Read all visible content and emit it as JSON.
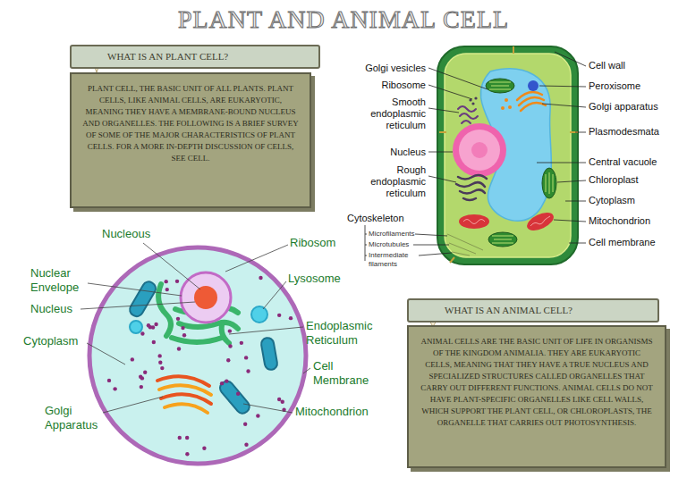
{
  "diagram": {
    "title": "PLANT AND ANIMAL CELL",
    "nodes": [
      {
        "text": [
          "WHAT IS AN PLANT CELL?",
          "PLANT CELL, THE BASIC UNIT OF ALL PLANTS. PLANT CELLS, LIKE ANIMAL CELLS, ARE EUKARYOTIC, MEANING THEY HAVE A MEMBRANE-BOUND NUCLEUS AND ORGANELLES. THE FOLLOWING IS A BRIEF SURVEY OF SOME OF THE MAJOR CHARACTERISTICS OF PLANT CELLS. FOR A MORE IN-DEPTH DISCUSSION OF CELLS, SEE CELL."
        ]
      },
      {
        "text": [
          "WHAT IS AN ANIMAL CELL?",
          "ANIMAL CELLS ARE THE BASIC UNIT OF LIFE IN ORGANISMS OF THE KINGDOM ANIMALIA. THEY ARE EUKARYOTIC CELLS, MEANING THAT THEY HAVE A TRUE NUCLEUS AND SPECIALIZED STRUCTURES CALLED ORGANELLES THAT CARRY OUT DIFFERENT FUNCTIONS. ANIMAL CELLS DO NOT HAVE PLANT-SPECIFIC ORGANELLES LIKE CELL WALLS, WHICH SUPPORT THE PLANT CELL, OR CHLOROPLASTS, THE ORGANELLE THAT CARRIES OUT PHOTOSYNTHESIS."
        ]
      }
    ],
    "labels": [
      "Golgi vesicles",
      "Ribosome",
      "Smooth endoplasmic reticulum",
      "Nucleus",
      "Rough endoplasmic reticulum",
      "Cytoskeleton",
      "Microfilaments",
      "Microtubules",
      "Intermediate filaments",
      "Cell wall",
      "Peroxisome",
      "Golgi apparatus",
      "Plasmodesmata",
      "Central vacuole",
      "Chloroplast",
      "Cytoplasm",
      "Mitochondrion",
      "Cell membrane",
      "Nucleous",
      "Ribosom",
      "Nuclear Envelope",
      "Lysosome",
      "Nucleus",
      "Endoplasmic Reticulum",
      "Cytoplasm",
      "Cell Membrane",
      "Golgi Apparatus",
      "Mitochondrion"
    ]
  }
}
